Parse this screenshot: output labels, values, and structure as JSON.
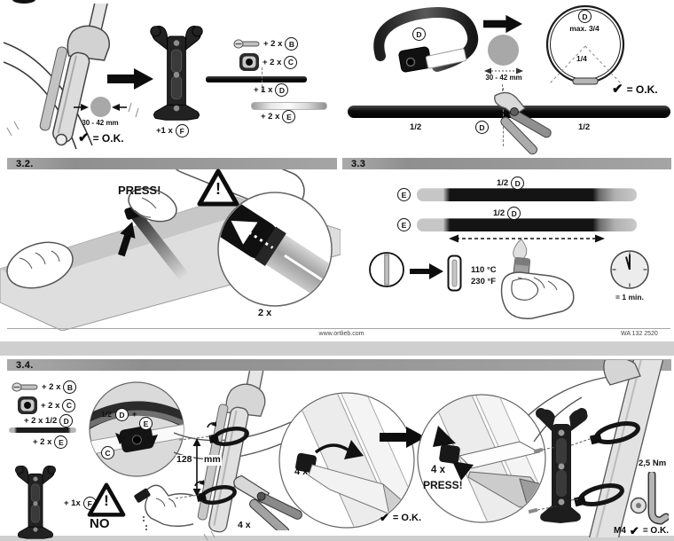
{
  "footer": {
    "website": "www.ortlieb.com",
    "doc_code": "WA 132 2520"
  },
  "common": {
    "check": "✔"
  },
  "step31": {
    "fork_diameter": "30 - 42 mm",
    "fork_ok": "= O.K.",
    "bracket_qty": "+1 x",
    "bracket_letter": "F",
    "parts": [
      {
        "qty": "+ 2 x",
        "letter": "B"
      },
      {
        "qty": "+ 2 x",
        "letter": "C"
      },
      {
        "qty": "+ 1 x",
        "letter": "D"
      },
      {
        "qty": "+ 2 x",
        "letter": "E"
      }
    ],
    "strap_letter": "D",
    "clamp_range": "30 - 42 mm",
    "ring_letter": "D",
    "ring_max": "max. 3/4",
    "ring_quarter": "1/4",
    "ring_ok": "= O.K.",
    "rod_half_left": "1/2",
    "rod_letter": "D",
    "rod_half_right": "1/2"
  },
  "step32": {
    "number": "3.2.",
    "press_label": "PRESS!",
    "warning_mark": "!",
    "repeat_qty": "2 x"
  },
  "step33": {
    "number": "3.3",
    "tube1": {
      "sleeve_letter": "E",
      "half": "1/2",
      "rod_letter": "D"
    },
    "tube2": {
      "sleeve_letter": "E",
      "half": "1/2",
      "rod_letter": "D"
    },
    "temp_c": "110 °C",
    "temp_f": "230 °F",
    "duration": "= 1 min."
  },
  "step34": {
    "number": "3.4.",
    "parts": [
      {
        "qty": "+ 2 x",
        "letter": "B"
      },
      {
        "qty": "+ 2 x",
        "letter": "C"
      },
      {
        "qty": "+ 2 x 1/2",
        "letter": "D"
      },
      {
        "qty": "+ 2 x",
        "letter": "E"
      }
    ],
    "bracket_qty": "+ 1x",
    "bracket_letter": "F",
    "detail": {
      "half": "1/2",
      "d_letter": "D",
      "plus": "+",
      "e_letter": "E",
      "c_letter": "C"
    },
    "no_label": "NO",
    "warning_mark": "!",
    "distance_value": "128",
    "distance_unit": "mm",
    "crimp_qty": "4 x",
    "bend_qty": "4 x",
    "bend_ok": "= O.K.",
    "press_qty": "4 x",
    "press_label": "PRESS!",
    "torque": "2,5 Nm",
    "bolt_size": "M4",
    "bolt_ok": "= O.K."
  }
}
